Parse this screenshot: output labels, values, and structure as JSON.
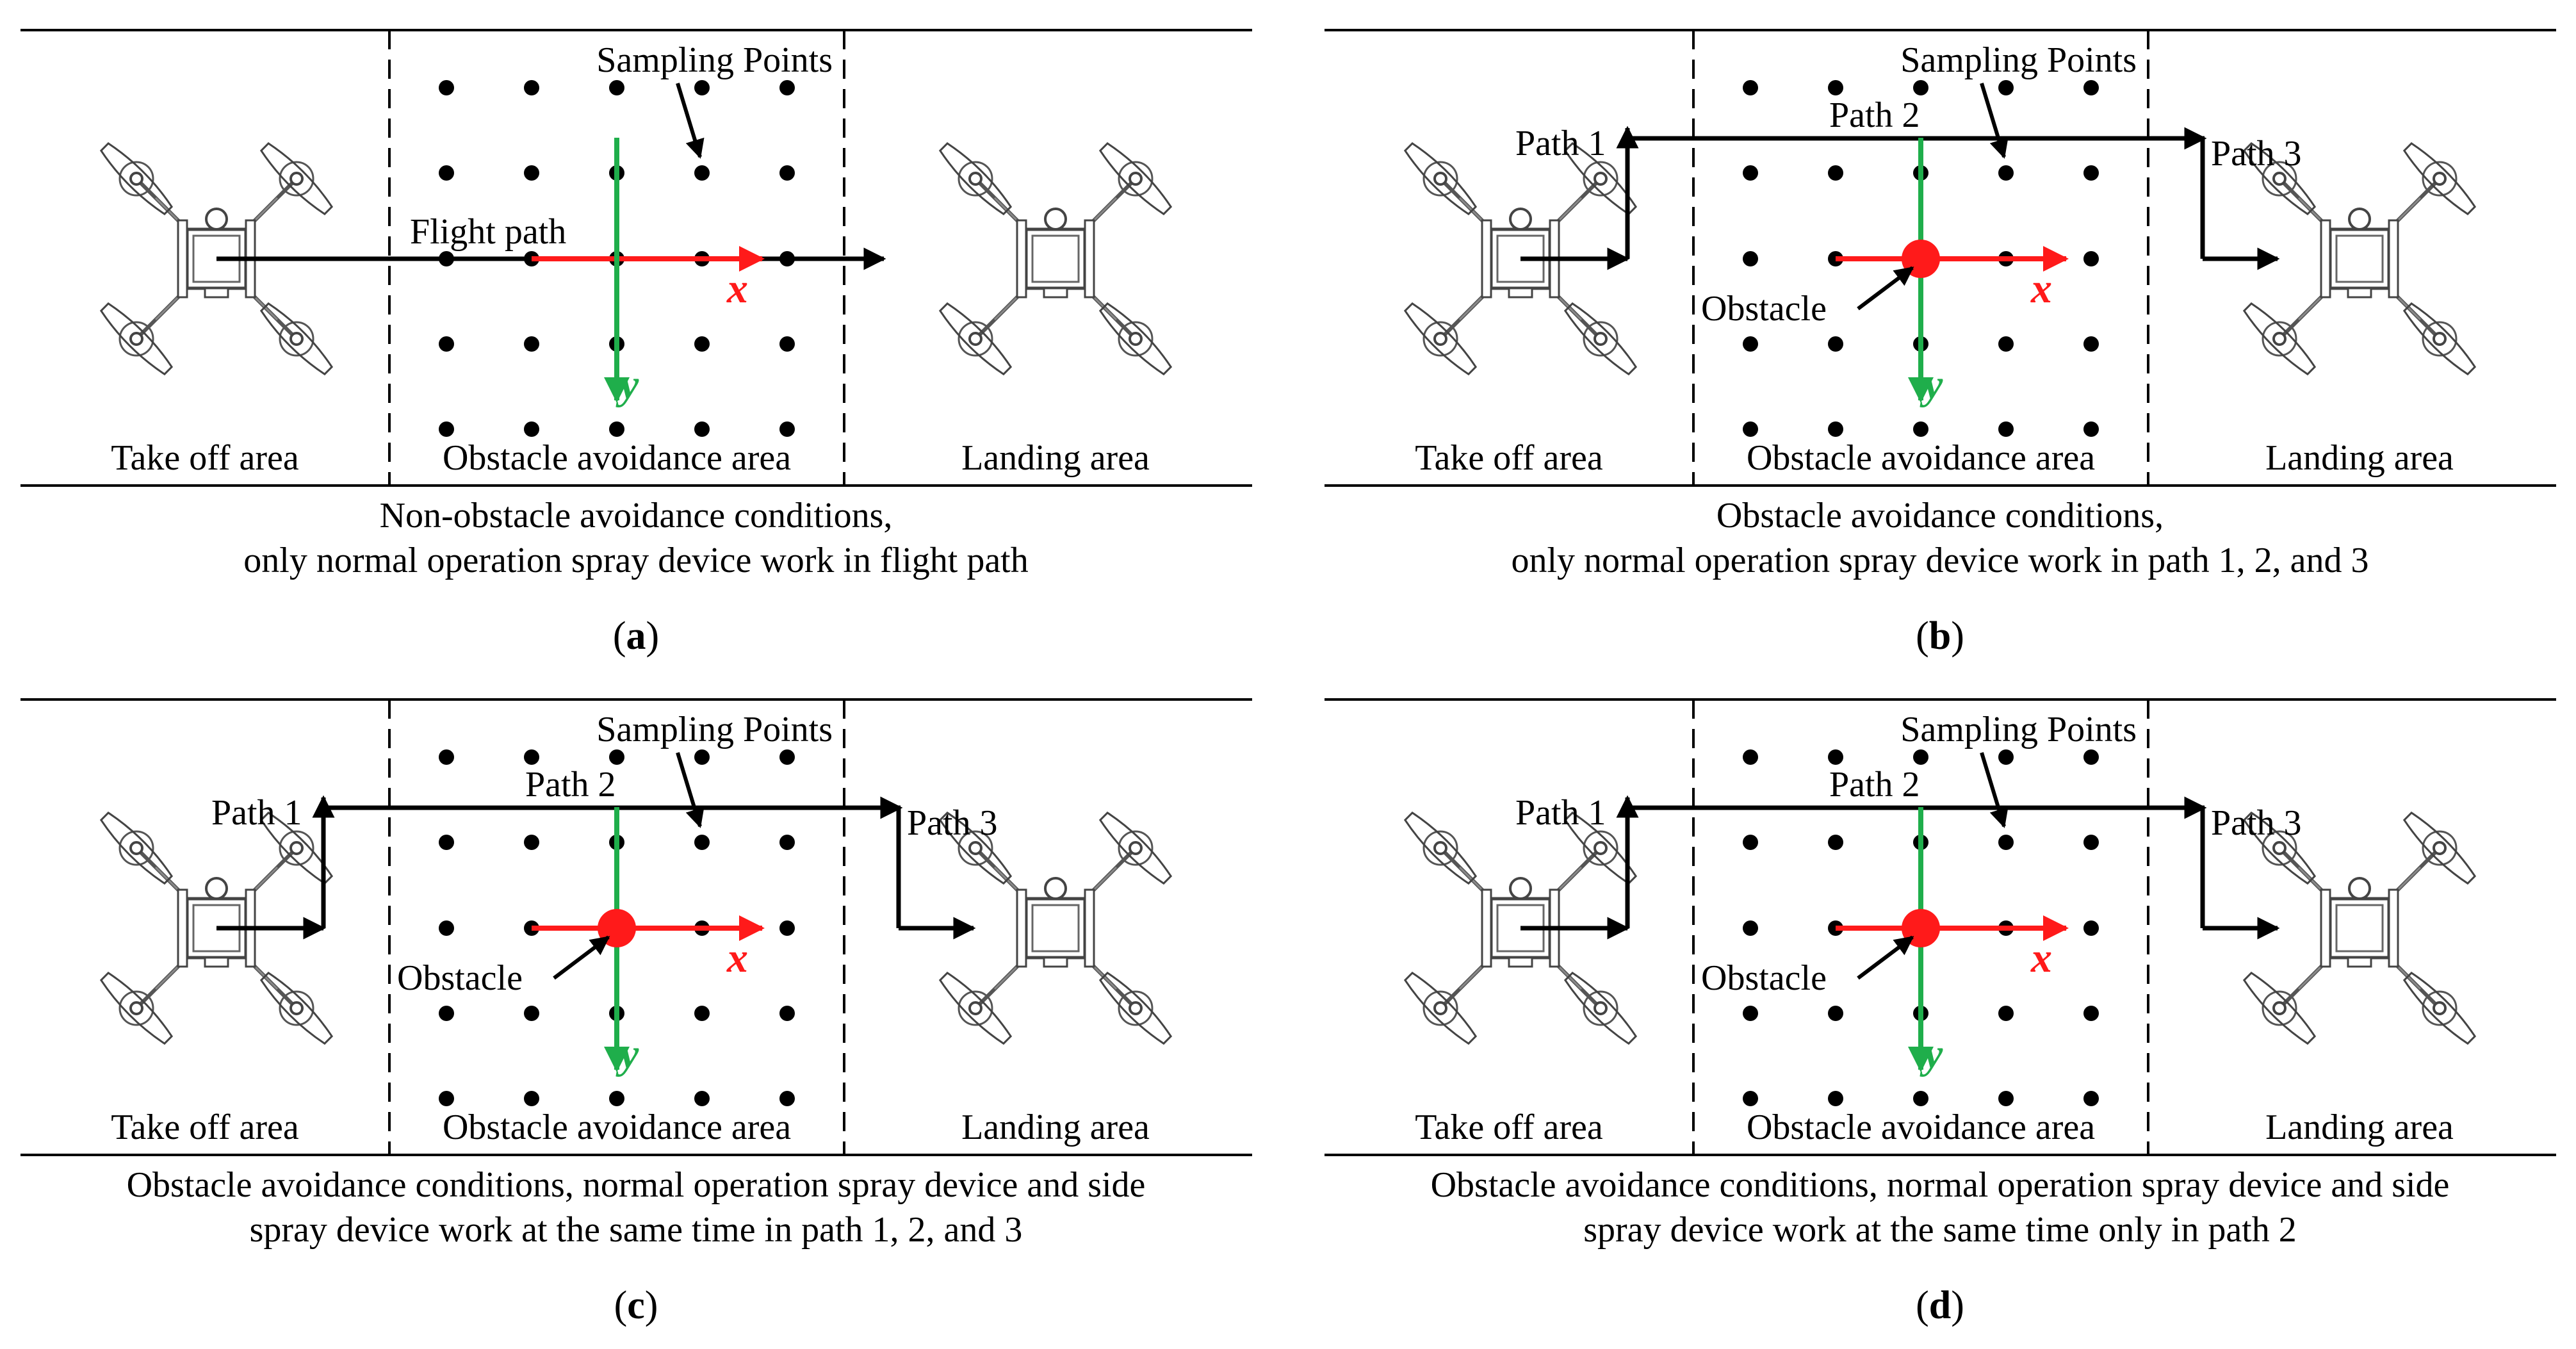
{
  "colors": {
    "x_axis": "#ff1a1a",
    "y_axis": "#1fae4b",
    "path": "#000000",
    "obstacle": "#ff1a1a",
    "drone": "#555555"
  },
  "panels": [
    {
      "id": "a",
      "has_obstacle": false,
      "zones": {
        "takeoff": "Take off area",
        "obstacle": "Obstacle avoidance area",
        "landing": "Landing area"
      },
      "sampling_label": "Sampling Points",
      "flight_path_label": "Flight path",
      "path_labels": [],
      "obstacle_label": "",
      "axis_x": "x",
      "axis_y": "y",
      "caption_lines": [
        "Non-obstacle avoidance conditions,",
        "only normal operation spray device work in flight path"
      ],
      "panel_label": {
        "open": "(",
        "letter": "a",
        "close": ")"
      }
    },
    {
      "id": "b",
      "has_obstacle": true,
      "zones": {
        "takeoff": "Take off area",
        "obstacle": "Obstacle avoidance area",
        "landing": "Landing area"
      },
      "sampling_label": "Sampling Points",
      "flight_path_label": "",
      "path_labels": [
        "Path 1",
        "Path 2",
        "Path 3"
      ],
      "obstacle_label": "Obstacle",
      "axis_x": "x",
      "axis_y": "y",
      "caption_lines": [
        "Obstacle avoidance conditions,",
        "only normal operation spray device work in path 1, 2, and 3"
      ],
      "panel_label": {
        "open": "(",
        "letter": "b",
        "close": ")"
      }
    },
    {
      "id": "c",
      "has_obstacle": true,
      "zones": {
        "takeoff": "Take off area",
        "obstacle": "Obstacle avoidance area",
        "landing": "Landing area"
      },
      "sampling_label": "Sampling Points",
      "flight_path_label": "",
      "path_labels": [
        "Path 1",
        "Path 2",
        "Path 3"
      ],
      "obstacle_label": "Obstacle",
      "axis_x": "x",
      "axis_y": "y",
      "caption_lines": [
        "Obstacle avoidance conditions, normal operation spray device and side",
        "spray device work at the same time in path 1, 2, and 3"
      ],
      "panel_label": {
        "open": "(",
        "letter": "c",
        "close": ")"
      }
    },
    {
      "id": "d",
      "has_obstacle": true,
      "zones": {
        "takeoff": "Take off area",
        "obstacle": "Obstacle avoidance area",
        "landing": "Landing area"
      },
      "sampling_label": "Sampling Points",
      "flight_path_label": "",
      "path_labels": [
        "Path 1",
        "Path 2",
        "Path 3"
      ],
      "obstacle_label": "Obstacle",
      "axis_x": "x",
      "axis_y": "y",
      "caption_lines": [
        "Obstacle avoidance conditions, normal operation spray device and side",
        "spray device work at the same time only in path 2"
      ],
      "panel_label": {
        "open": "(",
        "letter": "d",
        "close": ")"
      }
    }
  ]
}
